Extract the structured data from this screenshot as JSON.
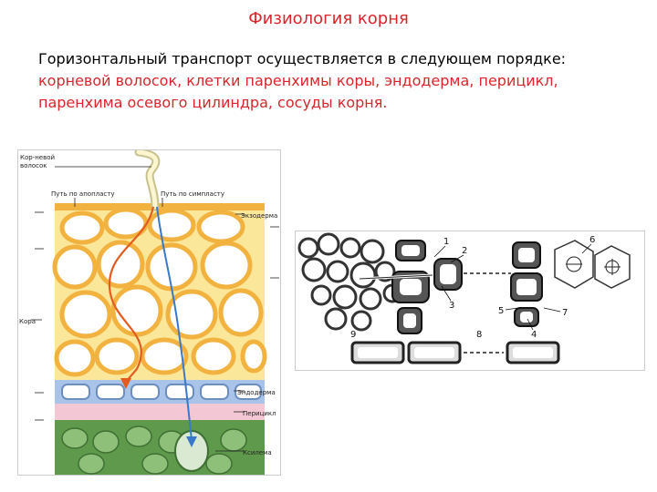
{
  "slide": {
    "title": "Физиология корня",
    "intro_line": "Горизонтальный транспорт осуществляется в следующем порядке:",
    "order_line1": "корневой волосок, клетки паренхимы коры, эндодерма, перицикл,",
    "order_line2": "паренхима осевого цилиндра, сосуды корня."
  },
  "figure_left": {
    "label_root_hair_1": "Кор-невой",
    "label_root_hair_2": "волосок",
    "label_apoplast": "Путь по апопласту",
    "label_symplast": "Путь по симпласту",
    "label_exoderm": "Экзодерма",
    "label_cortex": "Кора",
    "label_endoderm": "Эндодерма",
    "label_pericycle": "Перицикл",
    "label_xylem": "Ксилема",
    "colors": {
      "cortex": "#fbe79a",
      "cortex_wall": "#f2b23f",
      "endoderm": "#a9c4e8",
      "pericycle": "#f3c7d3",
      "stele": "#5f9a4c",
      "apoplast_path": "#e45b1f",
      "symplast_path": "#3a78c9"
    }
  },
  "figure_right": {
    "numbers": [
      "1",
      "2",
      "3",
      "4",
      "5",
      "6",
      "7",
      "8",
      "9"
    ]
  }
}
